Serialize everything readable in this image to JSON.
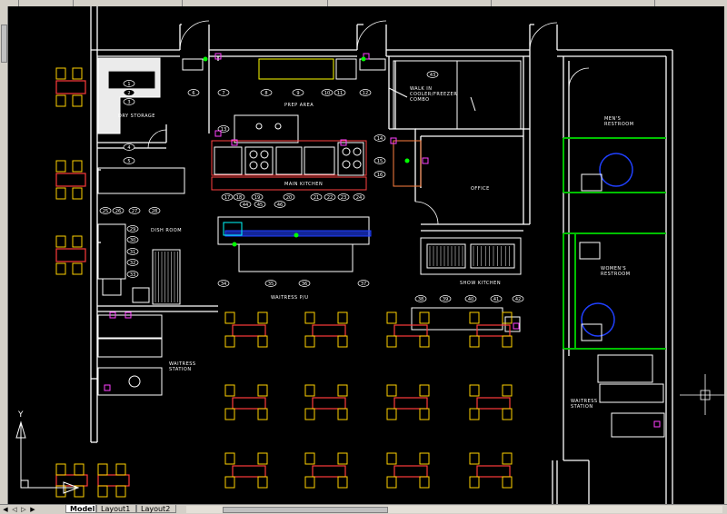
{
  "layout_tabs": [
    {
      "label": "Model",
      "active": true
    },
    {
      "label": "Layout1",
      "active": false
    },
    {
      "label": "Layout2",
      "active": false
    }
  ],
  "ucs": {
    "y_label": "Y"
  },
  "rooms": {
    "dry_storage": "DRY STORAGE",
    "prep_area": "PREP AREA",
    "walk_in": "WALK IN COOLER/FREEZER COMBO",
    "main_kitchen": "MAIN KITCHEN",
    "dish_room": "DISH ROOM",
    "waitress_pu": "WAITRESS P/U",
    "office": "OFFICE",
    "show_kitchen": "SHOW KITCHEN",
    "mens_restroom": "MEN'S RESTROOM",
    "womens_restroom": "WOMEN'S RESTROOM",
    "waitress_station_1": "WAITRESS STATION",
    "waitress_station_2": "WAITRESS STATION"
  },
  "equipment_tags": [
    "1",
    "2",
    "3",
    "4",
    "5",
    "6",
    "7",
    "8",
    "9",
    "10",
    "11",
    "12",
    "13",
    "14",
    "15",
    "16",
    "17",
    "18",
    "19",
    "20",
    "21",
    "22",
    "23",
    "24",
    "25",
    "26",
    "27",
    "28",
    "29",
    "30",
    "31",
    "32",
    "33",
    "34",
    "35",
    "36",
    "37",
    "38",
    "39",
    "40",
    "41",
    "42",
    "43",
    "44",
    "45",
    "46"
  ],
  "colors": {
    "background": "#000000",
    "wall": "#ffffff",
    "tables": "#ff3b3b",
    "chairs": "#ffd200",
    "equipment_blue": "#2040ff",
    "restroom_green": "#00c000",
    "tag_magenta": "#ff40ff",
    "door_green": "#00ff00"
  }
}
